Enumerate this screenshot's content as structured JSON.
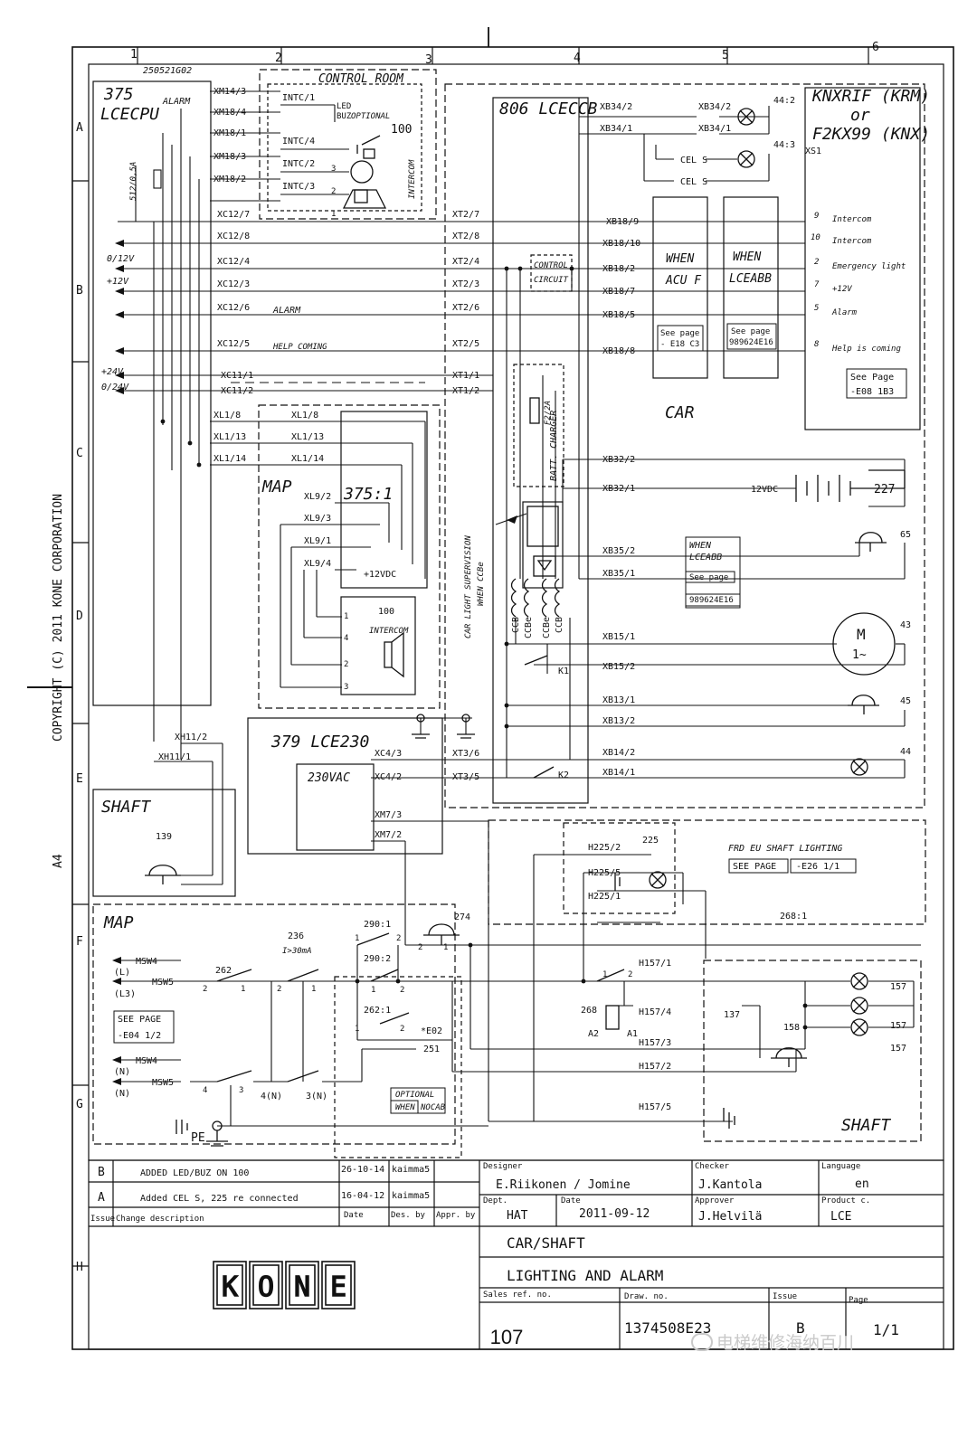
{
  "sheet": {
    "zone_columns": [
      "1",
      "2",
      "3",
      "4",
      "5",
      "6"
    ],
    "zone_rows": [
      "A",
      "B",
      "C",
      "D",
      "E",
      "F",
      "G",
      "H"
    ],
    "copyright": "COPYRIGHT (C) 2011 KONE CORPORATION",
    "paper_size": "A4",
    "ref_code": "250521G02"
  },
  "blocks": {
    "lcecpu_num": "375",
    "lcecpu_name": "LCECPU",
    "control_room": "CONTROL ROOM",
    "lceccb": "806 LCECCB",
    "knx_line1": "KNXRIF (KRM)",
    "knx_or": "or",
    "knx_line2": "F2KX99 (KNX)",
    "knx_xs": "XS1",
    "car": "CAR",
    "map_top": "MAP",
    "map_num": "375:1",
    "lce230": "379 LCE230",
    "vac230": "230VAC",
    "shaft_top": "SHAFT",
    "shaft_bottom": "SHAFT",
    "map_bottom": "MAP",
    "intercom_v": "INTERCOM",
    "control_circuit_1": "CONTROL",
    "control_circuit_2": "CIRCUIT",
    "batt_charger": "BATT. CHARGER",
    "fuse_f2": "F2/2A",
    "car_light_sup_1": "CAR LIGHT SUPERVISION",
    "car_light_sup_2": "WHEN CCBe",
    "when_acuf_1": "WHEN",
    "when_acuf_2": "ACU F",
    "when_lceabb_1": "WHEN",
    "when_lceabb_2": "LCEABB",
    "see_page_label": "See page",
    "see_page_e18": "- E18 C3",
    "see_page_989_a": "989624E16",
    "see_page_e08_1": "See Page",
    "see_page_e08_2": "-E08 1B3",
    "when_lceabb_mid_1": "WHEN",
    "when_lceabb_mid_2": "LCEABB",
    "see_page_mid": "See page",
    "see_page_989_b": "989624E16",
    "frd_title": "FRD EU SHAFT LIGHTING",
    "frd_see": "SEE PAGE",
    "frd_ref": "-E26 1/1",
    "see_page_e04_1": "SEE PAGE",
    "see_page_e04_2": "-E04 1/2",
    "optional": "OPTIONAL",
    "when_nocab_1": "WHEN",
    "when_nocab_2": "NOCAB",
    "pe": "PE",
    "optional_led": "OPTIONAL",
    "led": "LED",
    "buz": "BUZ",
    "fuse_512": "512/0,5A"
  },
  "left_labels": {
    "alarm": "ALARM",
    "v012": "0/12V",
    "v12": "+12V",
    "alarm2": "ALARM",
    "help": "HELP COMING",
    "v24": "+24V",
    "v024": "0/24V"
  },
  "connectors": {
    "xm": [
      "XM14/3",
      "XM18/4",
      "XM18/1",
      "XM18/3",
      "XM18/2"
    ],
    "intc": [
      "INTC/1",
      "INTC/4",
      "INTC/2",
      "INTC/3"
    ],
    "xc": [
      "XC12/7",
      "XC12/8",
      "XC12/4",
      "XC12/3",
      "XC12/6",
      "XC12/5"
    ],
    "xc11": [
      "XC11/1",
      "XC11/2"
    ],
    "xl": [
      "XL1/8",
      "XL1/13",
      "XL1/14"
    ],
    "xl_map": [
      "XL1/8",
      "XL1/13",
      "XL1/14"
    ],
    "xl9": [
      "XL9/2",
      "XL9/3",
      "XL9/1",
      "XL9/4"
    ],
    "xt": [
      "XT2/7",
      "XT2/8",
      "XT2/4",
      "XT2/3",
      "XT2/6",
      "XT2/5",
      "XT1/1",
      "XT1/2"
    ],
    "xt3": [
      "XT3/6",
      "XT3/5"
    ],
    "xb_top": [
      "XB34/2",
      "XB34/1"
    ],
    "xb34_right": [
      "XB34/2",
      "XB34/1"
    ],
    "cel": [
      "CEL S",
      "CEL S"
    ],
    "xb18": [
      "XB18/9",
      "XB18/10",
      "XB18/2",
      "XB18/7",
      "XB18/5",
      "XB18/8"
    ],
    "xb_lower": [
      "XB32/2",
      "XB32/1",
      "XB35/2",
      "XB35/1",
      "XB15/1",
      "XB15/2",
      "XB13/1",
      "XB13/2",
      "XB14/2",
      "XB14/1"
    ],
    "xh11": [
      "XH11/2",
      "XH11/1"
    ],
    "xc4": [
      "XC4/3",
      "XC4/2"
    ],
    "xm7": [
      "XM7/3",
      "XM7/2"
    ],
    "h225": [
      "H225/2",
      "H225/5",
      "H225/1"
    ],
    "h157": [
      "H157/1",
      "H157/4",
      "H157/3",
      "H157/2",
      "H157/5"
    ],
    "msw": [
      "MSW4",
      "MSW5",
      "MSW4",
      "MSW5"
    ],
    "phase": [
      "(L)",
      "(L3)",
      "(N)",
      "(N)"
    ],
    "ccb": [
      "CCB",
      "CCBe",
      "CCBe",
      "CCB"
    ]
  },
  "intercom_labels": [
    "Intercom",
    "Intercom",
    "Emergency light",
    "+12V",
    "Alarm",
    "Help is coming"
  ],
  "xs1_pins": [
    "9",
    "10",
    "2",
    "7",
    "5",
    "8"
  ],
  "components": {
    "c100": "100",
    "c100b": "100",
    "intercom_b": "INTERCOM",
    "v12dc_a": "+12VDC",
    "v12dc_b": "12VDC",
    "c227": "227",
    "c65": "65",
    "motor": "M",
    "motor_ac": "1~",
    "c43": "43",
    "c45": "45",
    "c44": "44",
    "c44_2": "44:2",
    "c44_3": "44:3",
    "k1": "K1",
    "k2": "K2",
    "c139": "139",
    "c225": "225",
    "c268_1": "268:1",
    "c268": "268",
    "a2": "A2",
    "a1": "A1",
    "c137": "137",
    "c158": "158",
    "c157": [
      "157",
      "157",
      "157"
    ],
    "c274": "274",
    "c236": "236",
    "i30": "I>30mA",
    "c262": "262",
    "c262_1": "262:1",
    "c290_1": "290:1",
    "c290_2": "290:2",
    "e02": "*E02",
    "c251": "251",
    "n4": "4(N)",
    "n3": "3(N)",
    "pins": [
      "1",
      "2",
      "3",
      "4"
    ]
  },
  "revisions": [
    {
      "issue": "B",
      "desc": "ADDED LED/BUZ ON 100",
      "date": "26-10-14",
      "by": "kaimma5"
    },
    {
      "issue": "A",
      "desc": "Added CEL S, 225 re connected",
      "date": "16-04-12",
      "by": "kaimma5"
    }
  ],
  "rev_headers": {
    "issue": "Issue",
    "change": "Change description",
    "date": "Date",
    "desby": "Des. by",
    "apprby": "Appr. by"
  },
  "title_block": {
    "designer_label": "Designer",
    "designer": "E.Riikonen / Jomine",
    "checker_label": "Checker",
    "checker": "J.Kantola",
    "language_label": "Language",
    "language": "en",
    "dept_label": "Dept.",
    "dept": "HAT",
    "date_label": "Date",
    "date": "2011-09-12",
    "approver_label": "Approver",
    "approver": "J.Helvilä",
    "product_label": "Product c.",
    "product": "LCE",
    "title1": "CAR/SHAFT",
    "title2": "LIGHTING AND ALARM",
    "sales_label": "Sales ref. no.",
    "draw_label": "Draw. no.",
    "draw_no": "1374508E23",
    "issue_label": "Issue",
    "issue": "B",
    "page_label": "Page",
    "page": "1/1",
    "logo": "KONE"
  },
  "page_number": "107",
  "watermark": "电梯维修海纳百川"
}
